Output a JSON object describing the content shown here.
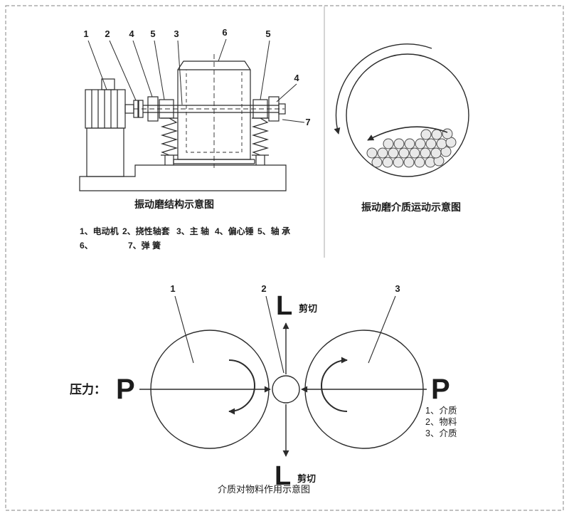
{
  "structure_panel": {
    "caption": "振动磨结构示意图",
    "callouts": {
      "c1": "1",
      "c2": "2",
      "c4a": "4",
      "c5a": "5",
      "c3": "3",
      "c6": "6",
      "c5b": "5",
      "c4b": "4",
      "c7": "7"
    },
    "legend_row1": [
      "1、电动机",
      "2、挠性轴套",
      "3、主 轴",
      "4、偏心锤",
      "5、轴 承"
    ],
    "legend_row2": [
      "6、",
      "7、弹 簧"
    ]
  },
  "media_panel": {
    "caption": "振动磨介质运动示意图"
  },
  "action_panel": {
    "caption": "介质对物料作用示意图",
    "pressure_prefix": "压力：",
    "pressure_left": "P",
    "pressure_right": "P",
    "shear_top_symbol": "L",
    "shear_top_label": "剪切",
    "shear_bottom_symbol": "L",
    "shear_bottom_label": "剪切",
    "callouts": [
      "1",
      "2",
      "3"
    ],
    "legend": [
      "1、介质",
      "2、物料",
      "3、介质"
    ]
  },
  "colors": {
    "line": "#2b2b2b",
    "border": "#9a9a9a",
    "ball_fill": "#e9e9e9"
  }
}
